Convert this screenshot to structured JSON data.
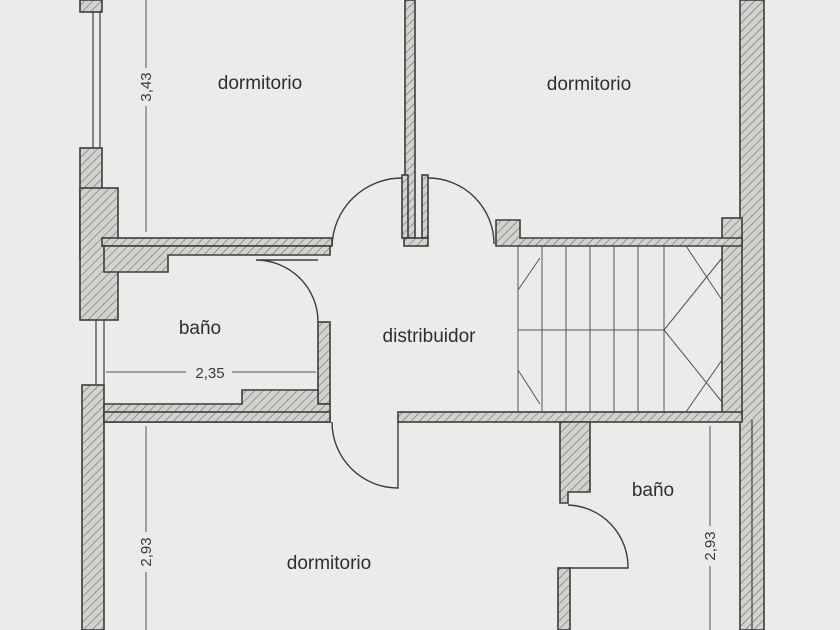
{
  "plan": {
    "rooms": {
      "dorm_top_left": "dormitorio",
      "dorm_top_right": "dormitorio",
      "bath_left": "baño",
      "hall": "distribuidor",
      "bath_right": "baño",
      "dorm_bottom": "dormitorio"
    },
    "dimensions": {
      "top_left_height": "3,43",
      "bath_left_width": "2,35",
      "bottom_left_height": "2,93",
      "bottom_right_height": "2,93"
    },
    "colors": {
      "paper": "#ebebe9",
      "wall_fill": "#cfcfcc",
      "line": "#3d3d3d"
    }
  }
}
